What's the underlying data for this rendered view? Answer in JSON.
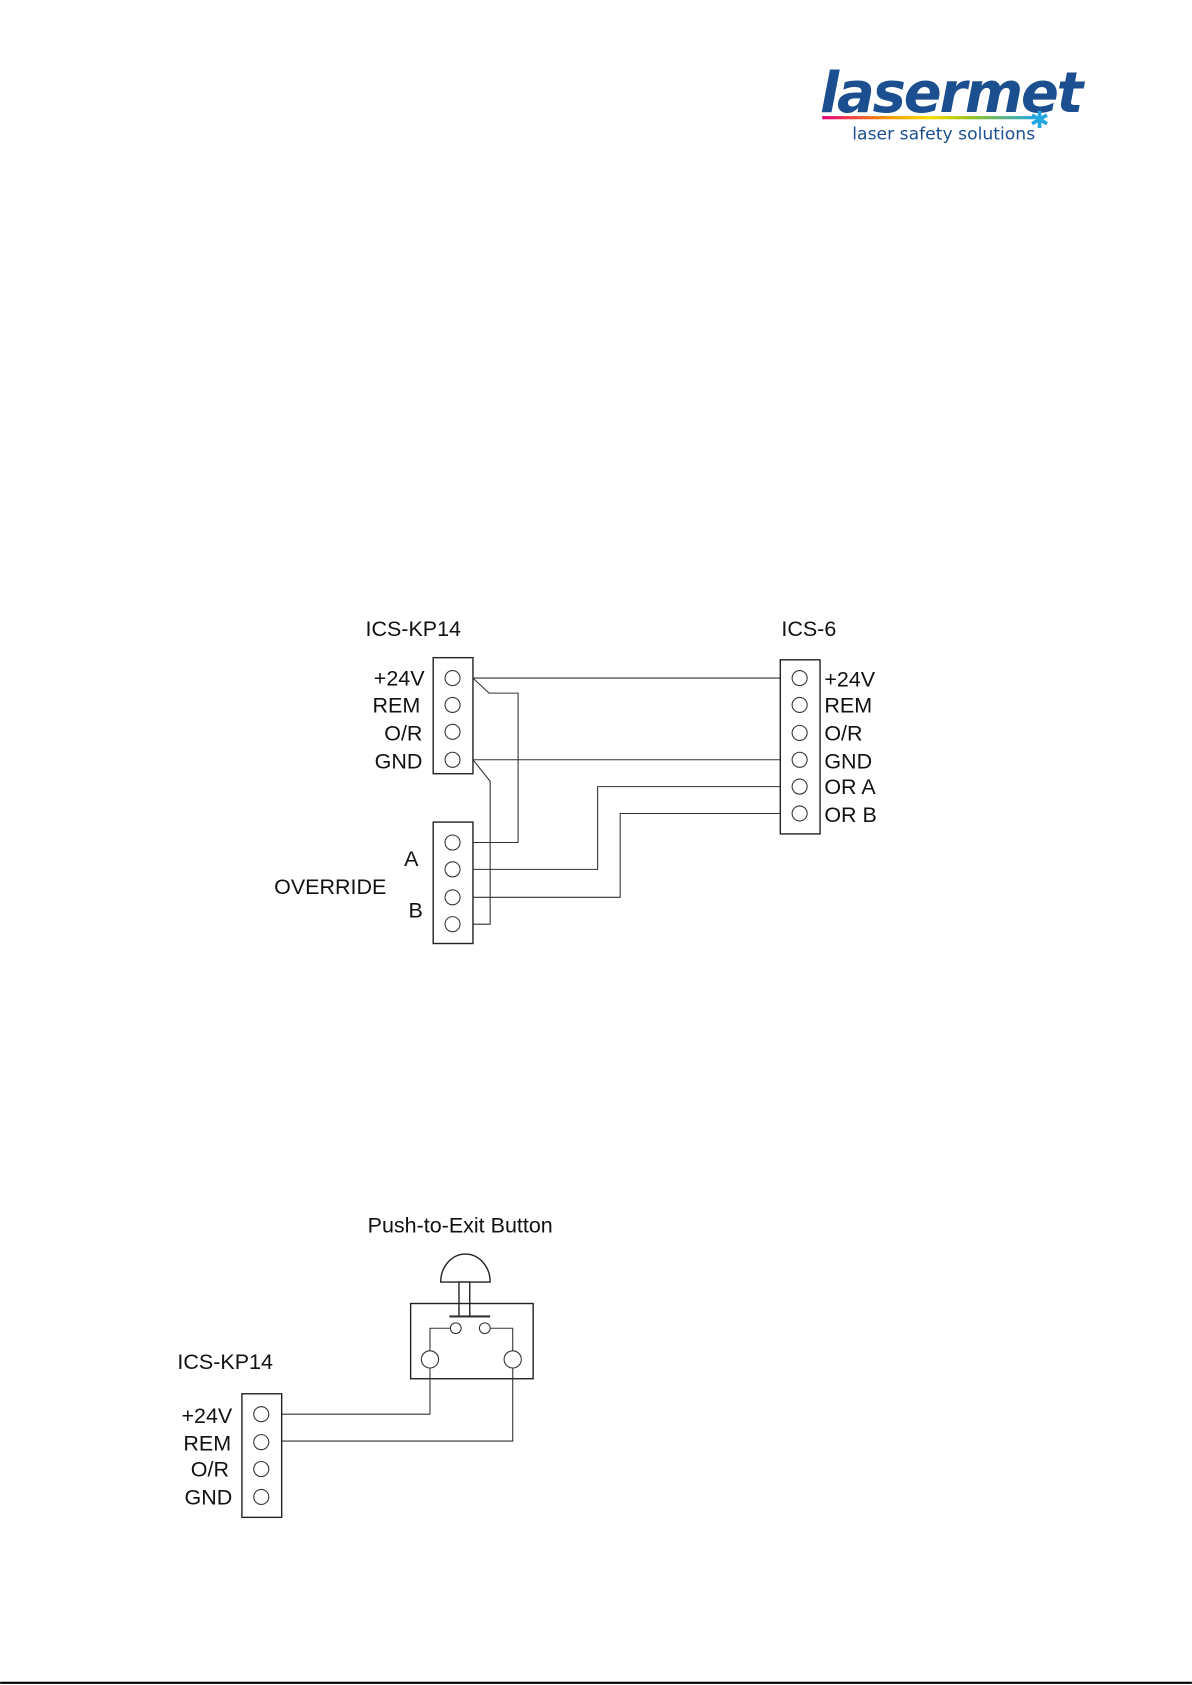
{
  "logo": {
    "brand": "lasermet",
    "tagline": "laser safety solutions",
    "brand_color": "#1c4f8f",
    "asterisk_color": "#22a7e0"
  },
  "diagram1": {
    "keypad": {
      "title": "ICS-KP14",
      "terminals": [
        "+24V",
        "REM",
        "O/R",
        "GND"
      ]
    },
    "controller": {
      "title": "ICS-6",
      "terminals": [
        "+24V",
        "REM",
        "O/R",
        "GND",
        "OR A",
        "OR B"
      ]
    },
    "override": {
      "label": "OVERRIDE",
      "a": "A",
      "b": "B"
    }
  },
  "diagram2": {
    "button_title": "Push-to-Exit Button",
    "keypad": {
      "title": "ICS-KP14",
      "terminals": [
        "+24V",
        "REM",
        "O/R",
        "GND"
      ]
    }
  }
}
